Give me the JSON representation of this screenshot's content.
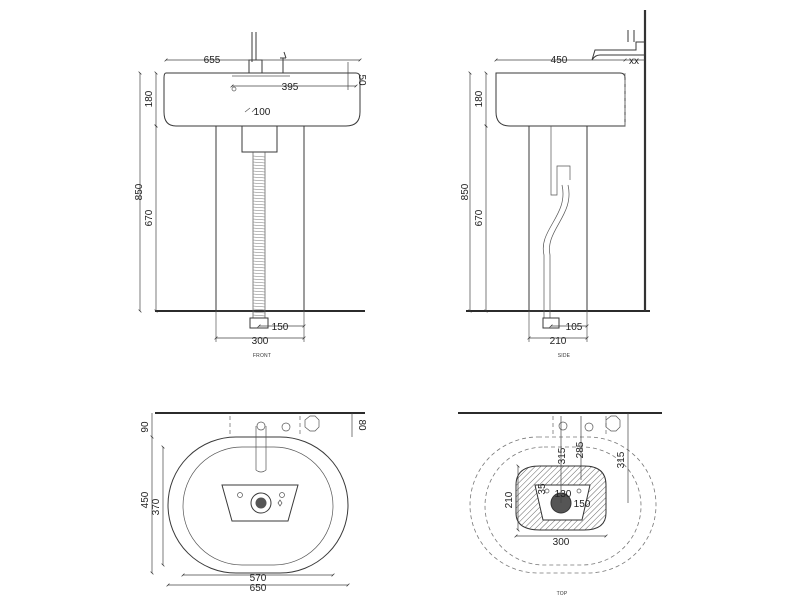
{
  "views": {
    "front": {
      "caption": "FRONT",
      "dims": {
        "width_total": "655",
        "bowl_inner": "395",
        "deck": "50",
        "basin_height": "180",
        "total_height": "850",
        "pedestal_height": "670",
        "drain": "100",
        "drain_offset": "150",
        "pedestal_width": "300"
      }
    },
    "side": {
      "caption": "SIDE",
      "dims": {
        "depth_total": "450",
        "tap_offset": "xx",
        "basin_height": "180",
        "total_height": "850",
        "pedestal_height": "670",
        "drain_offset": "105",
        "pedestal_depth": "210"
      }
    },
    "top_left": {
      "dims": {
        "top_gap": "90",
        "top_gap_right": "80",
        "depth_total": "450",
        "depth_inner": "370",
        "width_inner": "570",
        "width_total": "650"
      }
    },
    "top_right": {
      "caption": "TOP",
      "dims": {
        "d1": "315",
        "d2": "285",
        "d3": "315",
        "drain_dia": "35",
        "r130": "130",
        "r150": "150",
        "depth": "210",
        "width": "300"
      }
    }
  },
  "colors": {
    "line": "#3a3a3a",
    "fill_dark": "#555555",
    "hatch": "#888888"
  }
}
